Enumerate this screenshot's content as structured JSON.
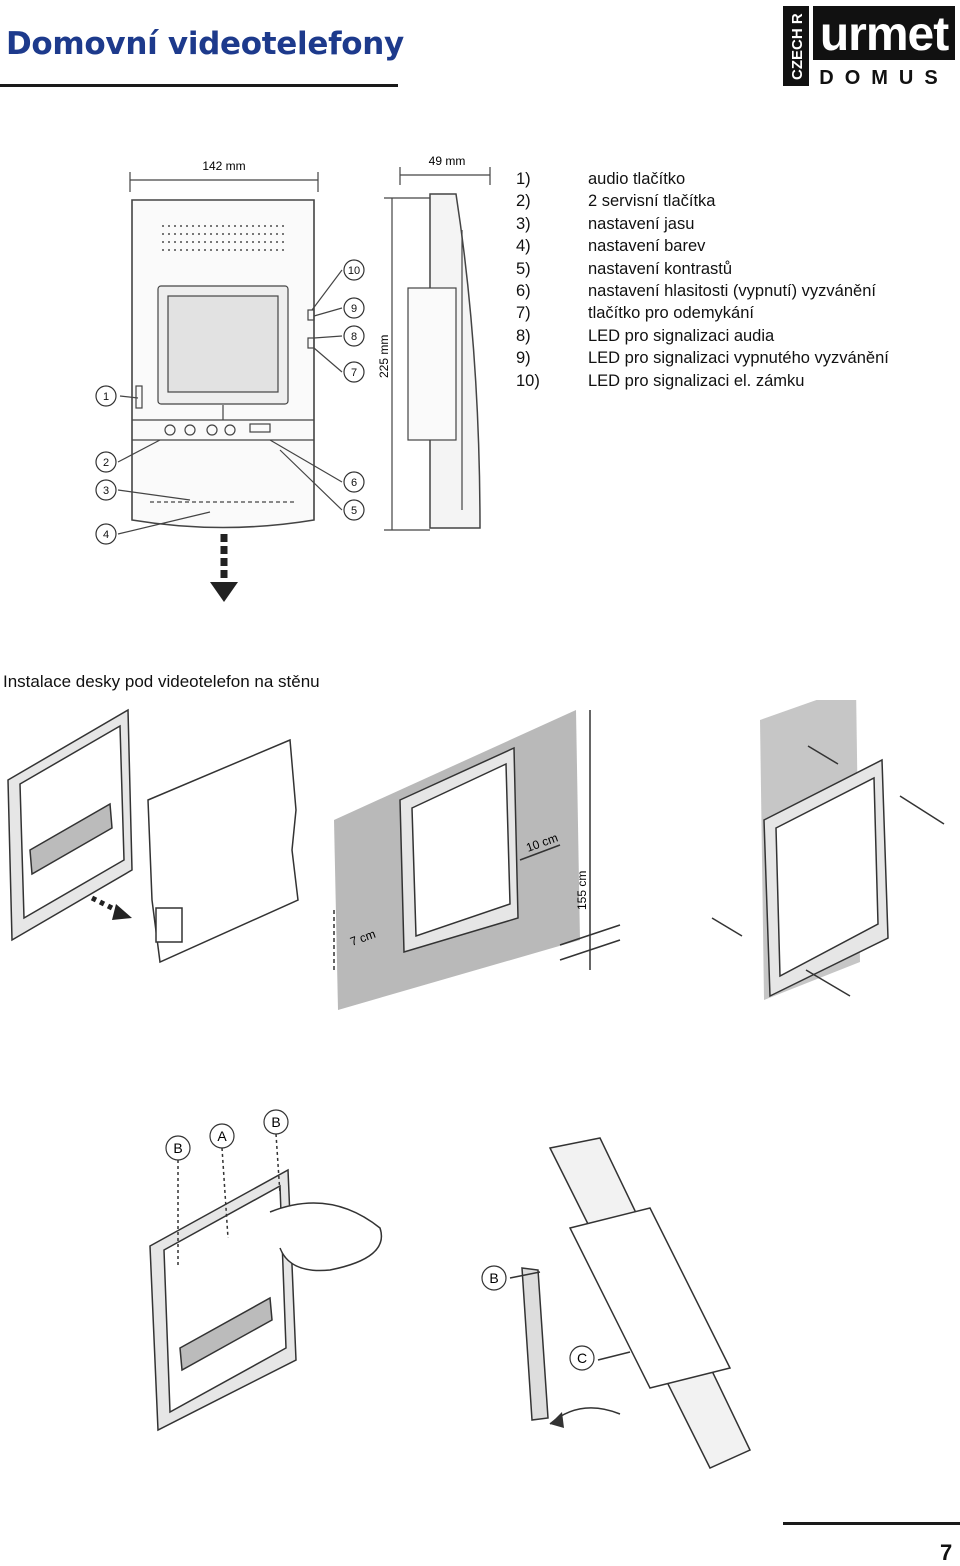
{
  "header": {
    "title": "Domovní videotelefony",
    "logo": {
      "side_text": "CZECH R",
      "brand": "urmet",
      "sub": "DOMUS"
    }
  },
  "figure1": {
    "dim_width": "142 mm",
    "dim_depth": "49 mm",
    "dim_height": "225 mm",
    "callouts": [
      "1",
      "2",
      "3",
      "4",
      "5",
      "6",
      "7",
      "8",
      "9",
      "10"
    ]
  },
  "legend": [
    {
      "num": "1)",
      "text": "audio tlačítko"
    },
    {
      "num": "2)",
      "text": "2 servisní tlačítka"
    },
    {
      "num": "3)",
      "text": "nastavení jasu"
    },
    {
      "num": "4)",
      "text": "nastavení barev"
    },
    {
      "num": "5)",
      "text": "nastavení kontrastů"
    },
    {
      "num": "6)",
      "text": "nastavení hlasitosti (vypnutí) vyzvánění"
    },
    {
      "num": "7)",
      "text": "tlačítko pro odemykání"
    },
    {
      "num": "8)",
      "text": "LED pro signalizaci audia"
    },
    {
      "num": "9)",
      "text": "LED pro signalizaci vypnutého vyzvánění"
    },
    {
      "num": "10)",
      "text": "LED pro signalizaci el. zámku"
    }
  ],
  "section": {
    "title": "Instalace desky pod videotelefon na stěnu"
  },
  "figure2": {
    "dim_10cm": "10 cm",
    "dim_155cm": "155 cm",
    "dim_7cm": "7 cm"
  },
  "figure3": {
    "label_a": "A",
    "label_b": "B",
    "label_c": "C"
  },
  "footer": {
    "page_number": "7"
  }
}
